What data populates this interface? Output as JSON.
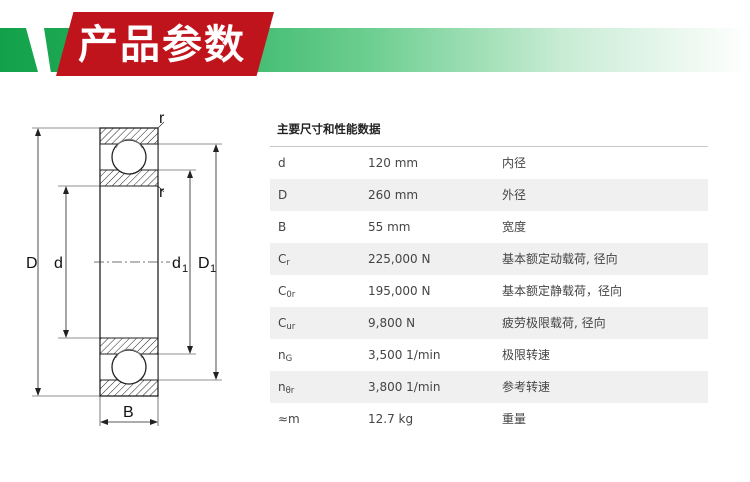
{
  "banner": {
    "title": "产品参数"
  },
  "diagram": {
    "labels": {
      "D": "D",
      "d": "d",
      "d1": "d",
      "d1_sub": "1",
      "D1": "D",
      "D1_sub": "1",
      "B": "B",
      "r_top": "r",
      "r_mid": "r"
    }
  },
  "table": {
    "title": "主要尺寸和性能数据",
    "rows": [
      {
        "symbol": "d",
        "symbol_sub": "",
        "value": "120 mm",
        "desc": "内径"
      },
      {
        "symbol": "D",
        "symbol_sub": "",
        "value": "260 mm",
        "desc": "外径"
      },
      {
        "symbol": "B",
        "symbol_sub": "",
        "value": "55 mm",
        "desc": "宽度"
      },
      {
        "symbol": "C",
        "symbol_sub": "r",
        "value": "225,000 N",
        "desc": "基本额定动载荷, 径向"
      },
      {
        "symbol": "C",
        "symbol_sub": "0r",
        "value": "195,000 N",
        "desc": "基本额定静载荷，径向"
      },
      {
        "symbol": "C",
        "symbol_sub": "ur",
        "value": "9,800 N",
        "desc": "疲劳极限载荷, 径向"
      },
      {
        "symbol": "n",
        "symbol_sub": "G",
        "value": "3,500 1/min",
        "desc": "极限转速"
      },
      {
        "symbol": "n",
        "symbol_sub": "θr",
        "value": "3,800 1/min",
        "desc": "参考转速"
      },
      {
        "symbol": "≈m",
        "symbol_sub": "",
        "value": "12.7 kg",
        "desc": "重量"
      }
    ]
  }
}
